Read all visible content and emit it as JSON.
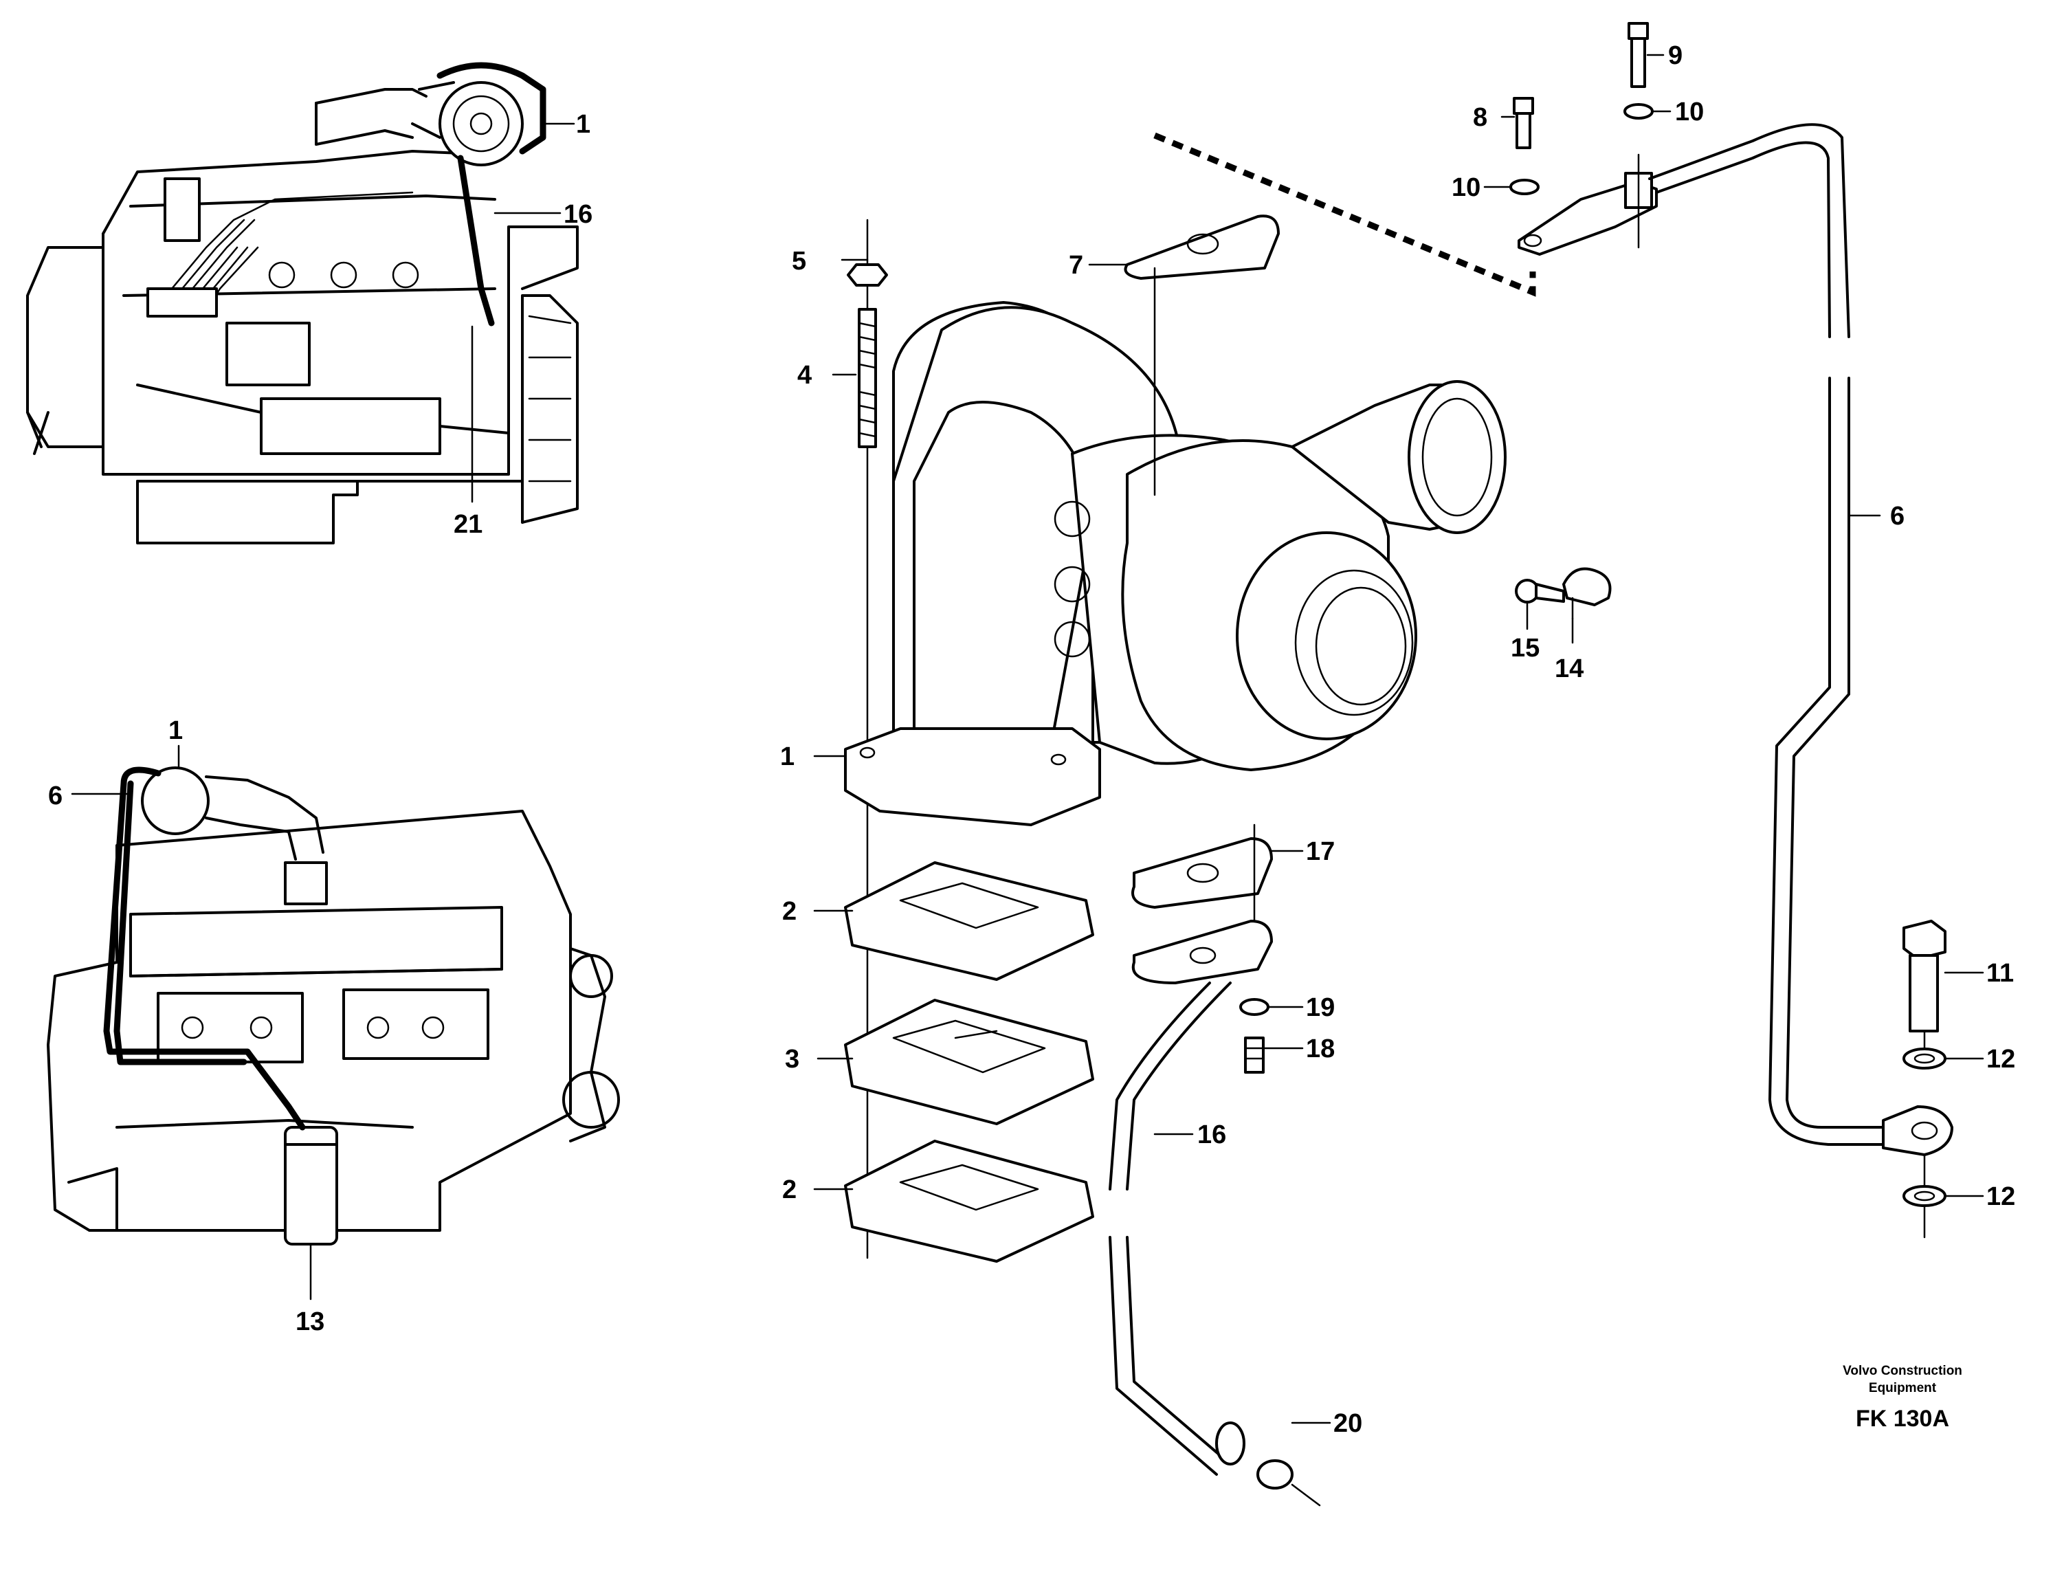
{
  "callouts": [
    {
      "id": "c1a",
      "label": "1"
    },
    {
      "id": "c16a",
      "label": "16"
    },
    {
      "id": "c21",
      "label": "21"
    },
    {
      "id": "c1b",
      "label": "1"
    },
    {
      "id": "c6a",
      "label": "6"
    },
    {
      "id": "c13",
      "label": "13"
    },
    {
      "id": "c5",
      "label": "5"
    },
    {
      "id": "c4",
      "label": "4"
    },
    {
      "id": "c7",
      "label": "7"
    },
    {
      "id": "c1c",
      "label": "1"
    },
    {
      "id": "c2a",
      "label": "2"
    },
    {
      "id": "c3",
      "label": "3"
    },
    {
      "id": "c2b",
      "label": "2"
    },
    {
      "id": "c8",
      "label": "8"
    },
    {
      "id": "c9",
      "label": "9"
    },
    {
      "id": "c10a",
      "label": "10"
    },
    {
      "id": "c10b",
      "label": "10"
    },
    {
      "id": "c6b",
      "label": "6"
    },
    {
      "id": "c15",
      "label": "15"
    },
    {
      "id": "c14",
      "label": "14"
    },
    {
      "id": "c17",
      "label": "17"
    },
    {
      "id": "c19",
      "label": "19"
    },
    {
      "id": "c18",
      "label": "18"
    },
    {
      "id": "c16b",
      "label": "16"
    },
    {
      "id": "c20",
      "label": "20"
    },
    {
      "id": "c11",
      "label": "11"
    },
    {
      "id": "c12a",
      "label": "12"
    },
    {
      "id": "c12b",
      "label": "12"
    }
  ],
  "footer": {
    "line1": "Volvo Construction",
    "line2": "Equipment",
    "code": "FK 130A"
  }
}
